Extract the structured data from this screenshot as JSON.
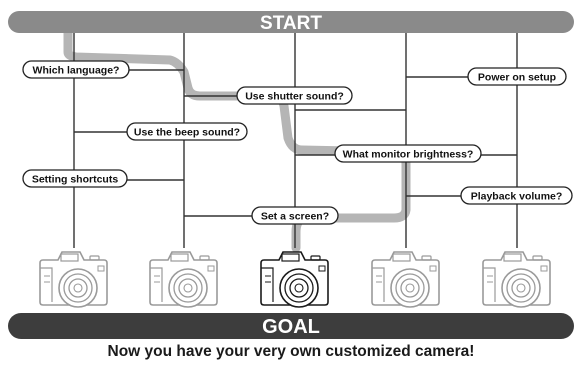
{
  "diagram": {
    "start_label": "START",
    "goal_label": "GOAL",
    "caption": "Now you have your very own customized camera!",
    "questions": [
      {
        "id": "language",
        "text": "Which language?"
      },
      {
        "id": "shutter",
        "text": "Use shutter sound?"
      },
      {
        "id": "power",
        "text": "Power on setup"
      },
      {
        "id": "beep",
        "text": "Use the beep sound?"
      },
      {
        "id": "monitor",
        "text": "What monitor brightness?"
      },
      {
        "id": "shortcuts",
        "text": "Setting shortcuts"
      },
      {
        "id": "playback",
        "text": "Playback volume?"
      },
      {
        "id": "screen",
        "text": "Set a screen?"
      }
    ],
    "cameras": [
      {
        "id": "camera-1",
        "highlighted": false
      },
      {
        "id": "camera-2",
        "highlighted": false
      },
      {
        "id": "camera-3",
        "highlighted": true
      },
      {
        "id": "camera-4",
        "highlighted": false
      },
      {
        "id": "camera-5",
        "highlighted": false
      }
    ],
    "colors": {
      "banner": "#8a8a8a",
      "goal_banner": "#3d3d3d",
      "lines": "#333333",
      "path_highlight": "#b5b5b5",
      "camera_faded": "#9a9a9a",
      "camera_active": "#1a1a1a"
    }
  }
}
